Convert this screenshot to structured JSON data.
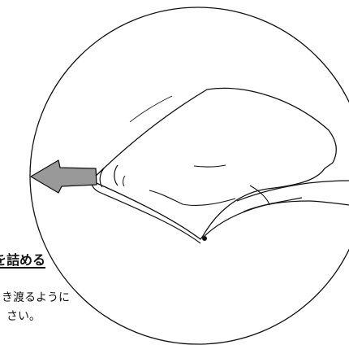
{
  "instruction": {
    "heading": "を詰める",
    "body_lines": [
      "き渡るように",
      "さい。"
    ]
  },
  "illustration": {
    "stroke_color": "#111111",
    "arrow_fill": "#999999",
    "arrow_direction": "left"
  }
}
